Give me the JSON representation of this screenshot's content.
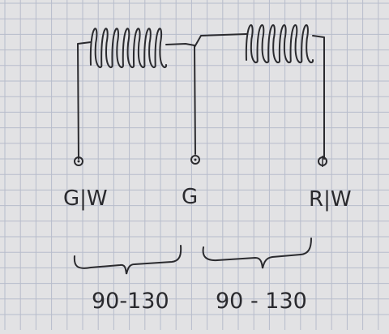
{
  "diagram": {
    "terminals": [
      {
        "id": "gw",
        "label": "G|W"
      },
      {
        "id": "g",
        "label": "G"
      },
      {
        "id": "rw",
        "label": "R|W"
      }
    ],
    "ranges": [
      {
        "id": "left",
        "label": "90-130"
      },
      {
        "id": "right",
        "label": "90 - 130"
      }
    ],
    "colors": {
      "paper": "#e2e2e4",
      "grid": "#b7bccb",
      "ink": "#2a2a2e"
    }
  }
}
